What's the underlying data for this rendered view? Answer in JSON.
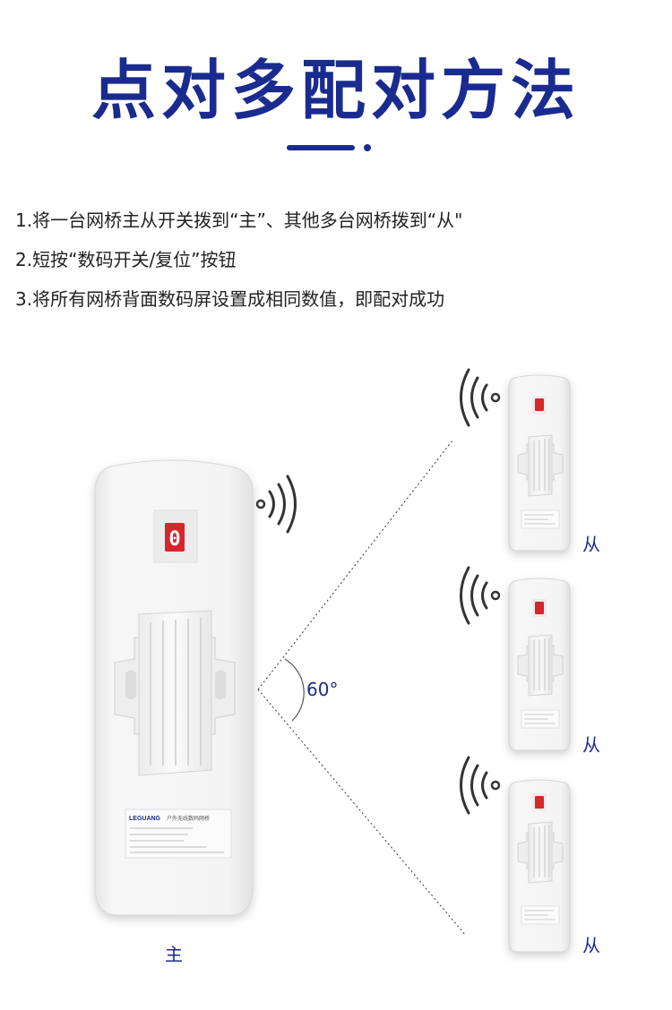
{
  "title": "点对多配对方法",
  "steps": [
    "1.将一台网桥主从开关拨到“主”、其他多台网桥拨到“从\"",
    "2.短按“数码开关/复位”按钮",
    "3.将所有网桥背面数码屏设置成相同数值，即配对成功"
  ],
  "diagram": {
    "angle": "60°",
    "master_label": "主",
    "slave_labels": [
      "从",
      "从",
      "从"
    ],
    "display_digit": "0",
    "brand": "LEGUANG",
    "product_name": "户外无线数码网桥",
    "colors": {
      "accent": "#1a2b8f",
      "display": "#d6262b",
      "device": "#f4f4f4"
    }
  }
}
